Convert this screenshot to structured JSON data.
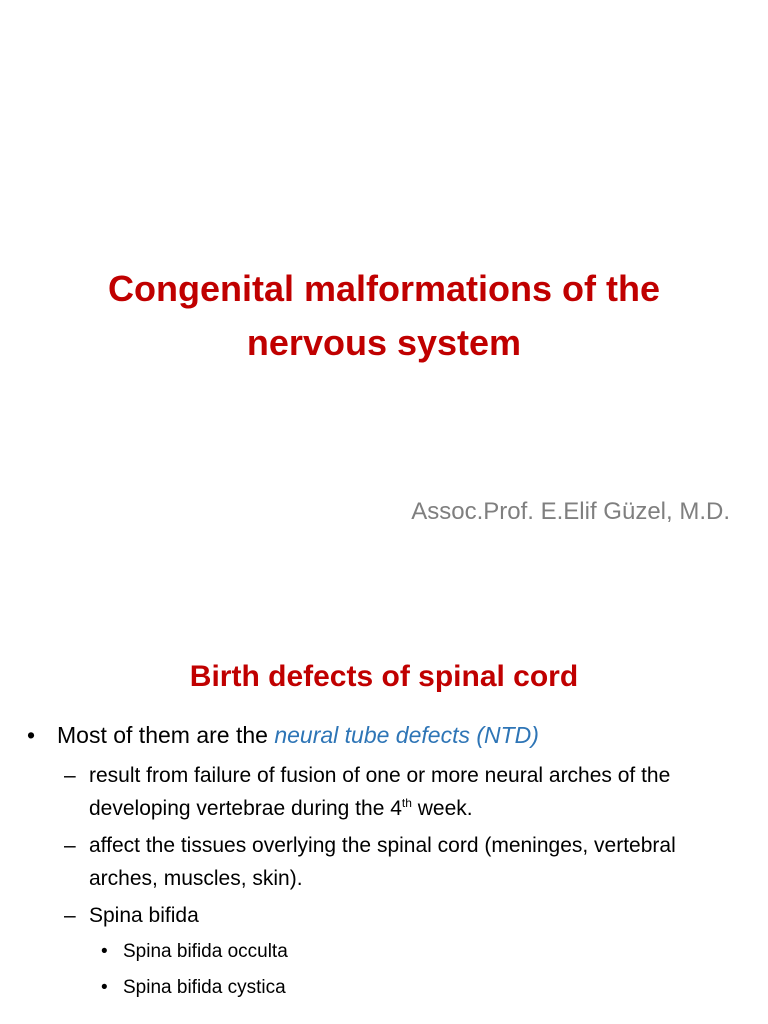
{
  "slide1": {
    "title": "Congenital malformations of the nervous system",
    "author": "Assoc.Prof. E.Elif Güzel, M.D."
  },
  "slide2": {
    "title": "Birth defects of spinal cord",
    "bullet_main": {
      "marker": "•",
      "text_before": "Most of them are the ",
      "highlight": "neural tube defects (NTD)"
    },
    "sub_bullets": {
      "marker": "–",
      "item1_before": "result from failure of fusion of one or more neural arches of the developing vertebrae during the 4",
      "item1_sup": "th",
      "item1_after": " week.",
      "item2": "affect the tissues overlying the spinal cord (meninges, vertebral arches, muscles, skin).",
      "item3": "Spina bifida"
    },
    "spina_types": {
      "marker": "•",
      "item1": "Spina bifida occulta",
      "item2": "Spina bifida cystica"
    }
  },
  "colors": {
    "title": "#c00000",
    "subtitle": "#7f7f7f",
    "highlight": "#2e75b6",
    "background": "#ffffff"
  }
}
